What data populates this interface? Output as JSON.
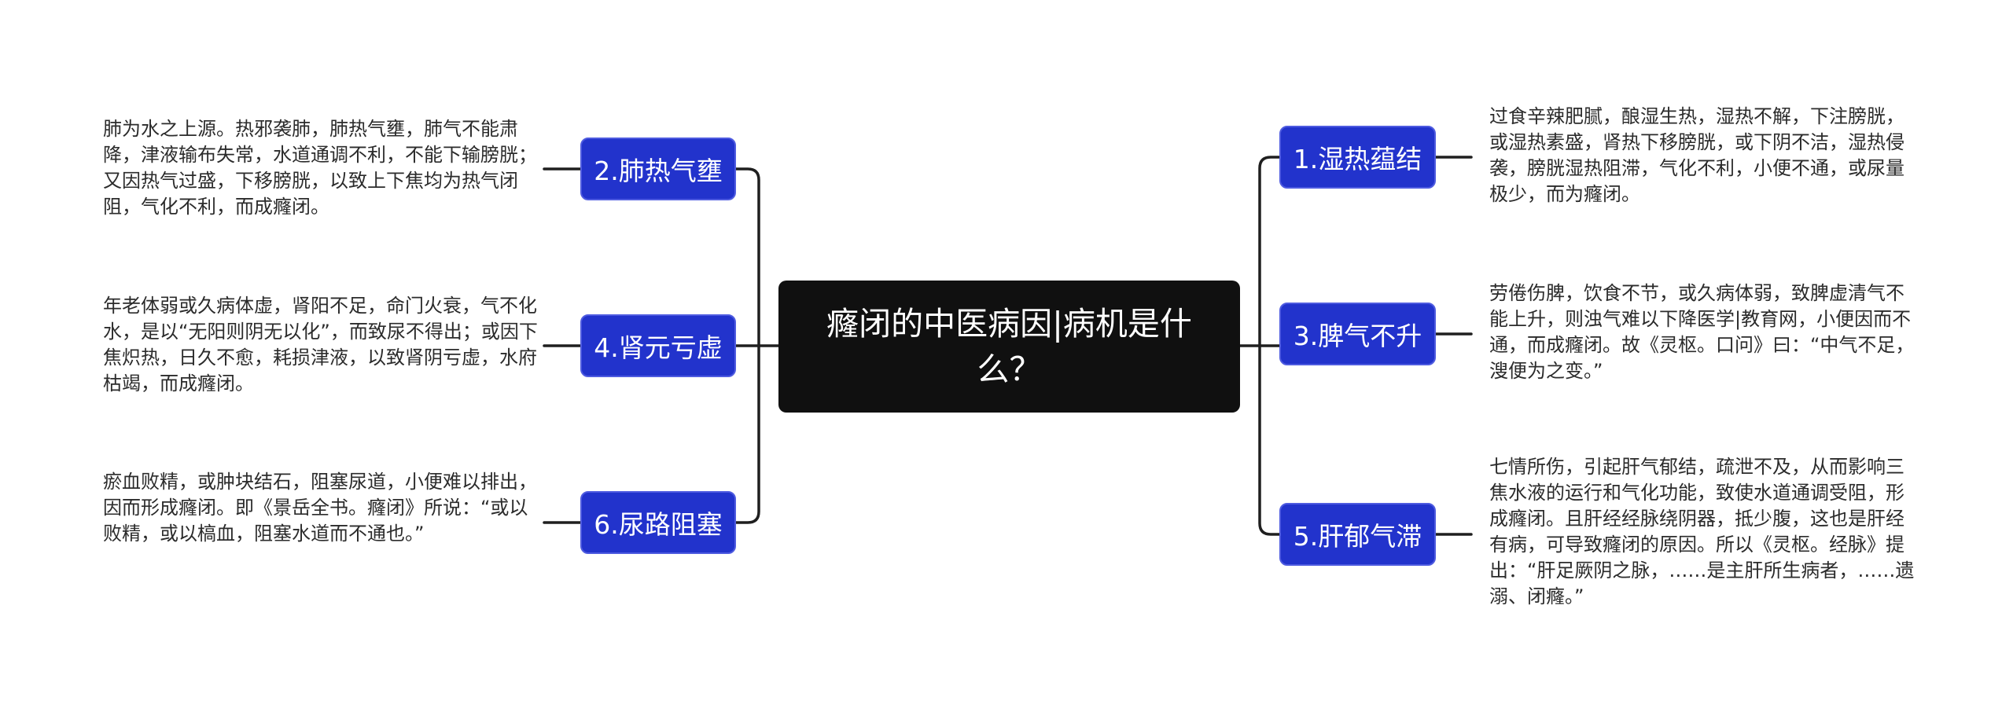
{
  "root": {
    "label": "癃闭的中医病因|病机是什么？"
  },
  "branches": [
    {
      "label": "1.湿热蕴结",
      "side": "right",
      "detail": "过食辛辣肥腻，酿湿生热，湿热不解，下注膀胱，或湿热素盛，肾热下移膀胱，或下阴不洁，湿热侵袭，膀胱湿热阻滞，气化不利，小便不通，或尿量极少，而为癃闭。"
    },
    {
      "label": "2.肺热气壅",
      "side": "left",
      "detail": "肺为水之上源。热邪袭肺，肺热气壅，肺气不能肃降，津液输布失常，水道通调不利，不能下输膀胱；又因热气过盛，下移膀胱，以致上下焦均为热气闭阻，气化不利，而成癃闭。"
    },
    {
      "label": "3.脾气不升",
      "side": "right",
      "detail": "劳倦伤脾，饮食不节，或久病体弱，致脾虚清气不能上升，则浊气难以下降医学|教育网，小便因而不通，而成癃闭。故《灵枢。口问》曰：“中气不足，溲便为之变。”"
    },
    {
      "label": "4.肾元亏虚",
      "side": "left",
      "detail": "年老体弱或久病体虚，肾阳不足，命门火衰，气不化水，是以“无阳则阴无以化”，而致尿不得出；或因下焦炽热，日久不愈，耗损津液，以致肾阴亏虚，水府枯竭，而成癃闭。"
    },
    {
      "label": "5.肝郁气滞",
      "side": "right",
      "detail": "七情所伤，引起肝气郁结，疏泄不及，从而影响三焦水液的运行和气化功能，致使水道通调受阻，形成癃闭。且肝经经脉绕阴器，抵少腹，这也是肝经有病，可导致癃闭的原因。所以《灵枢。经脉》提出：“肝足厥阴之脉，……是主肝所生病者，……遗溺、闭癃。”"
    },
    {
      "label": "6.尿路阻塞",
      "side": "left",
      "detail": "瘀血败精，或肿块结石，阻塞尿道，小便难以排出，因而形成癃闭。即《景岳全书。癃闭》所说：“或以败精，或以槁血，阻塞水道而不通也。”"
    }
  ],
  "colors": {
    "root_bg": "#101010",
    "branch_bg": "#2233cc",
    "connector": "#1f1f1f",
    "text": "#2b2b2b"
  }
}
